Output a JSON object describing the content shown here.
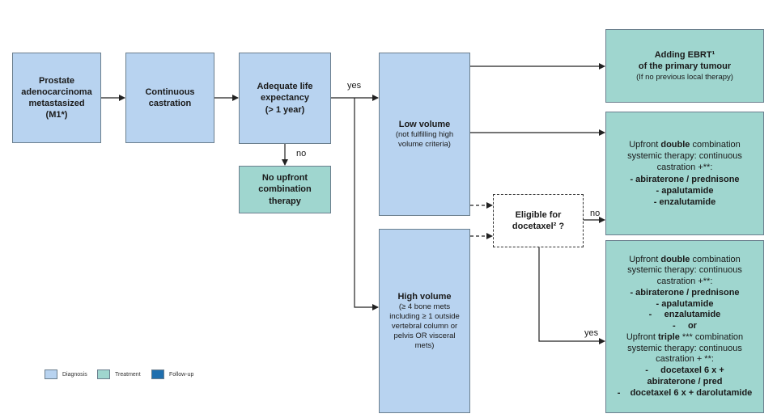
{
  "boxes": {
    "prostate": [
      "Prostate",
      "adenocarcinoma",
      "metastasized",
      "(M1*)"
    ],
    "castration": [
      "Continuous",
      "castration"
    ],
    "life": [
      "Adequate life",
      "expectancy",
      "(> 1 year)"
    ],
    "no_upfront": [
      "No upfront",
      "combination",
      "therapy"
    ],
    "low_volume": {
      "title": "Low volume",
      "sub": [
        "(not fulfilling high",
        "volume criteria)"
      ]
    },
    "high_volume": {
      "title": "High volume",
      "sub": [
        "(≥ 4 bone mets",
        "including ≥ 1 outside",
        "vertebral column or",
        "pelvis OR visceral",
        "mets)"
      ]
    },
    "eligible": [
      "Eligible for",
      "docetaxel² ?"
    ],
    "ebrt": {
      "title": "Adding EBRT¹",
      "line2": "of the primary tumour",
      "line3": "(If no previous local therapy)"
    },
    "double": {
      "l1a": "Upfront ",
      "l1b": "double",
      "l1c": " combination",
      "l2": "systemic therapy: continuous",
      "l3": "castration +**:",
      "drugs": [
        "- abiraterone / prednisone",
        "- apalutamide",
        "- enzalutamide"
      ]
    },
    "combo": {
      "l1a": "Upfront ",
      "l1b": "double",
      "l1c": " combination",
      "l2": "systemic therapy: continuous",
      "l3": "castration +**:",
      "drugs": [
        "- abiraterone / prednisone",
        "- apalutamide",
        "-     enzalutamide",
        "-     or"
      ],
      "t1a": "Upfront ",
      "t1b": "triple",
      "t1c": " *** combination",
      "t2": "systemic therapy: continuous",
      "t3": "castration + **:",
      "tdrugs": [
        "-     docetaxel 6 x +",
        "abiraterone / pred",
        "-    docetaxel 6 x + darolutamide"
      ]
    }
  },
  "labels": {
    "yes1": "yes",
    "no1": "no",
    "no2": "no",
    "yes2": "yes"
  },
  "legend": [
    {
      "label": "Diagnosis",
      "color": "#b8d3f0"
    },
    {
      "label": "Treatment",
      "color": "#9fd6cf"
    },
    {
      "label": "Follow-up",
      "color": "#1f6fae"
    }
  ]
}
